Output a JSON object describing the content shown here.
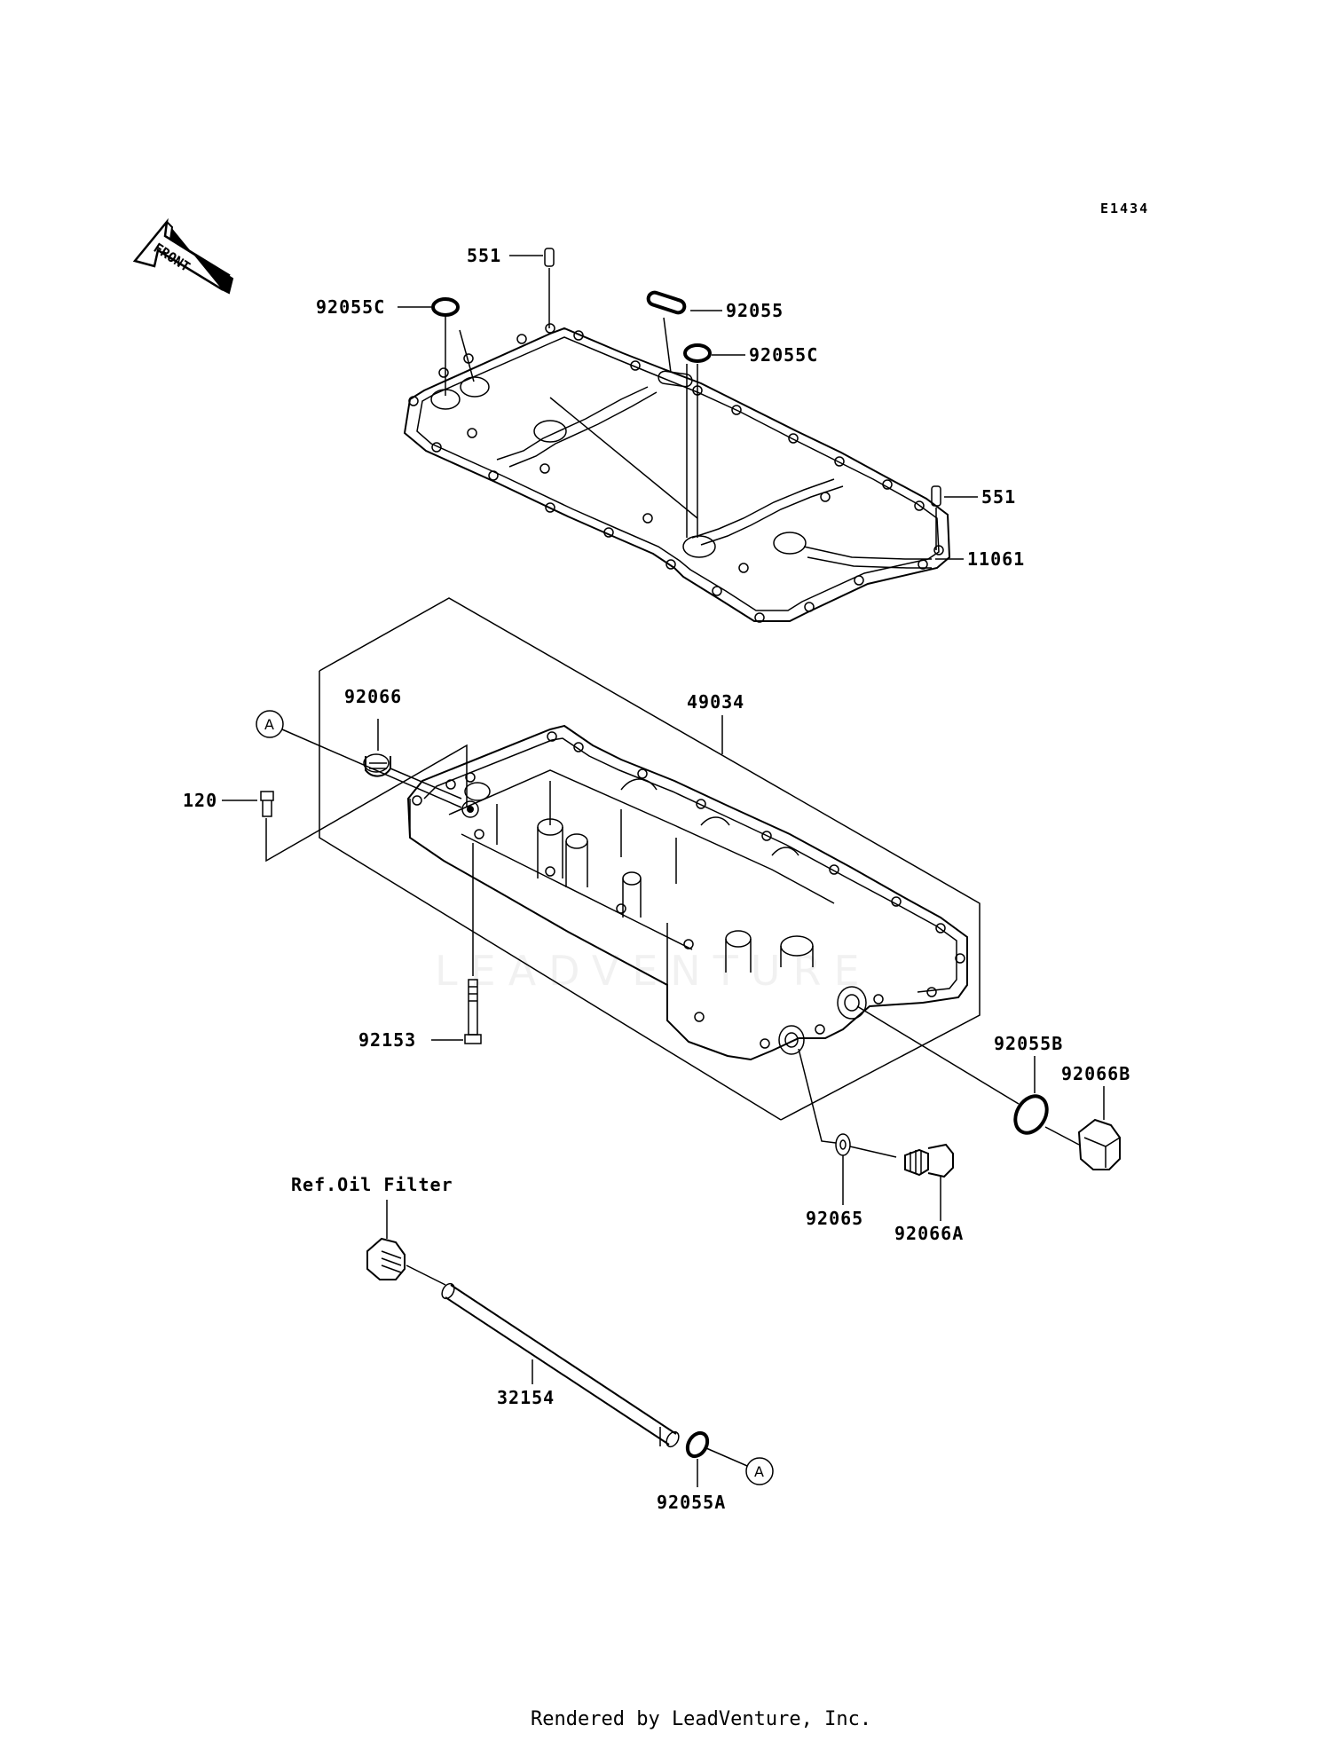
{
  "diagram_code": "E1434",
  "front_label": "FRONT",
  "reference_circle": "A",
  "watermark": "LEADVENTURE",
  "footer": "Rendered by LeadVenture, Inc.",
  "parts": {
    "dowel_pin_top": "551",
    "o_ring_left": "92055C",
    "oval_seal": "92055",
    "o_ring_right": "92055C",
    "dowel_pin_right": "551",
    "gasket": "11061",
    "plug_92066": "92066",
    "oil_pan": "49034",
    "bolt_120": "120",
    "bolt_92153": "92153",
    "o_ring_b": "92055B",
    "drain_plug_b": "92066B",
    "washer": "92065",
    "plug_a": "92066A",
    "ref_oil_filter": "Ref.Oil Filter",
    "pipe": "32154",
    "o_ring_a": "92055A"
  }
}
